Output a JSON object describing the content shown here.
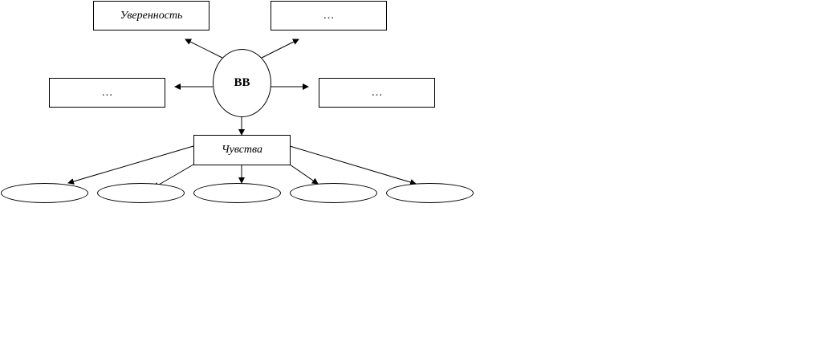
{
  "center": {
    "label": "ВВ"
  },
  "boxes": {
    "top_left": "Уверенность",
    "top_right": "…",
    "mid_left": "…",
    "mid_right": "…"
  },
  "feelings": {
    "label": "Чувства"
  },
  "leaves": [
    "",
    "",
    "",
    "",
    ""
  ]
}
